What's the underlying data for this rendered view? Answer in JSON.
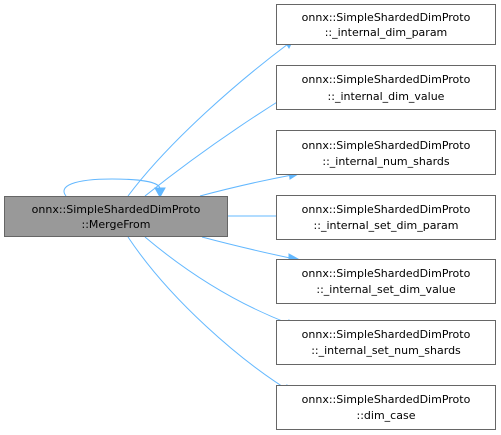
{
  "colors": {
    "edge": "#63b8ff",
    "source_fill": "#999999",
    "source_border": "#666666",
    "node_fill": "#ffffff",
    "node_border": "#666666"
  },
  "source": {
    "line1": "onnx::SimpleShardedDimProto",
    "line2": "::MergeFrom"
  },
  "callees": [
    {
      "line1": "onnx::SimpleShardedDimProto",
      "line2": "::_internal_dim_param"
    },
    {
      "line1": "onnx::SimpleShardedDimProto",
      "line2": "::_internal_dim_value"
    },
    {
      "line1": "onnx::SimpleShardedDimProto",
      "line2": "::_internal_num_shards"
    },
    {
      "line1": "onnx::SimpleShardedDimProto",
      "line2": "::_internal_set_dim_param"
    },
    {
      "line1": "onnx::SimpleShardedDimProto",
      "line2": "::_internal_set_dim_value"
    },
    {
      "line1": "onnx::SimpleShardedDimProto",
      "line2": "::_internal_set_num_shards"
    },
    {
      "line1": "onnx::SimpleShardedDimProto",
      "line2": "::dim_case"
    }
  ]
}
